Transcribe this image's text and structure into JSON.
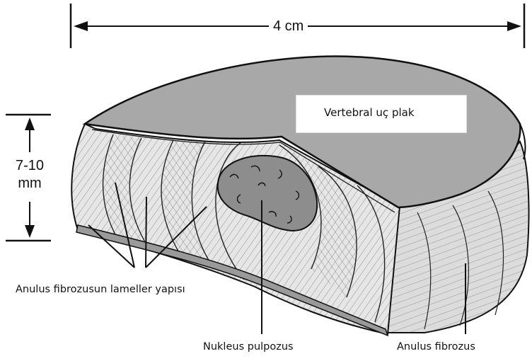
{
  "dimensions": {
    "width": "4 cm",
    "height": "7-10 mm"
  },
  "labels": {
    "endplate": "Vertebral uç plak",
    "lamellae": "Anulus fibrozusun lameller yapısı",
    "nucleus": "Nukleus pulpozus",
    "anulus": "Anulus fibrozus"
  },
  "colors": {
    "endplate_fill": "#a6a6a6",
    "nucleus_fill": "#8c8c8c",
    "cut_face_fill": "#e3e3e3",
    "side_fill": "#cfcfcf",
    "line": "#111111"
  }
}
